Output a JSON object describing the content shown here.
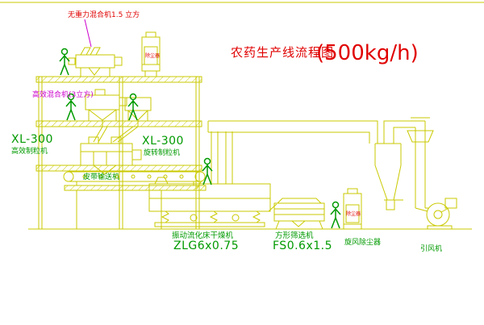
{
  "title": {
    "text": "农药生产线流程图",
    "capacity": "(500kg/h)"
  },
  "palette": {
    "line_yellow": "#c9c900",
    "equipment_green": "#009a00",
    "label_magenta": "#cc00cc",
    "label_red": "#e00000",
    "background": "#ffffff"
  },
  "labels": {
    "top_mixer": "无重力混合机1.5 立方",
    "floor2_mixer": "高效混合机(3立方)",
    "granulator_left_model": "XL-300",
    "granulator_left_name": "高效制粒机",
    "granulator_mid_model": "XL-300",
    "granulator_mid_name": "旋转制粒机",
    "belt_conveyor": "皮带输送机",
    "dryer_name": "振动流化床干燥机",
    "dryer_model": "ZLG6x0.75",
    "sieve_name": "方形筛选机",
    "sieve_model": "FS0.6x1.5",
    "cyclone": "旋风除尘器",
    "fan": "引风机",
    "cabinet1": "除尘器",
    "cabinet2": "除尘器"
  }
}
